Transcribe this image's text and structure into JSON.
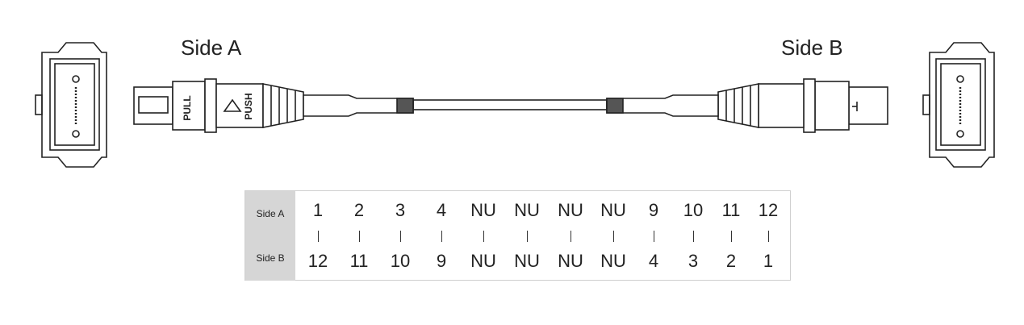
{
  "labels": {
    "side_a": "Side A",
    "side_b": "Side B"
  },
  "connector_text": {
    "pull": "PULL",
    "push": "PUSH"
  },
  "pin_table": {
    "row_a_label": "Side A",
    "row_b_label": "Side B",
    "side_a": [
      "1",
      "2",
      "3",
      "4",
      "NU",
      "NU",
      "NU",
      "NU",
      "9",
      "10",
      "11",
      "12"
    ],
    "side_b": [
      "12",
      "11",
      "10",
      "9",
      "NU",
      "NU",
      "NU",
      "NU",
      "4",
      "3",
      "2",
      "1"
    ]
  }
}
